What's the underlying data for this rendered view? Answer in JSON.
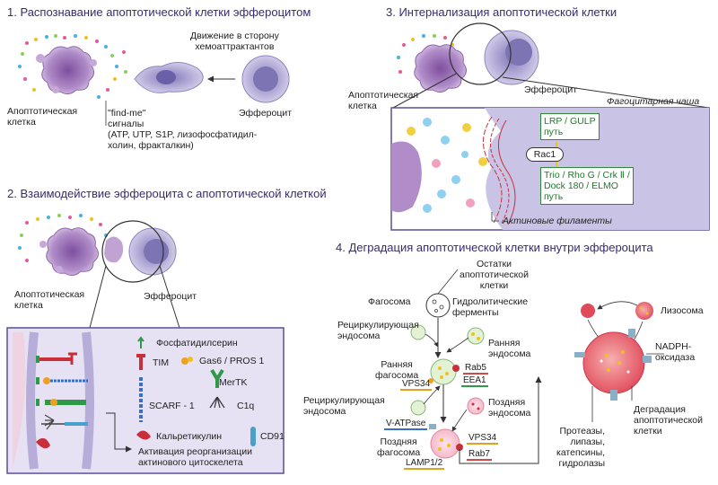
{
  "sections": {
    "s1": "1. Распознавание апоптотической клетки эффероцитом",
    "s2": "2. Взаимодействие эффероцита с апоптотической клеткой",
    "s3": "3. Интернализация апоптотической клетки",
    "s4": "4. Деградация апоптотической клетки внутри эффероцита"
  },
  "s1": {
    "apoptotic_line1": "Апоптотическая",
    "apoptotic_line2": "клетка",
    "efferocyte": "Эффероцит",
    "movement_line1": "Движение в сторону",
    "movement_line2": "хемоаттрактантов",
    "findme_line1": "\"find-me\"",
    "findme_line2": "сигналы",
    "signals_line1": "(ATP, UTP, S1P, лизофосфатидил-",
    "signals_line2": "холин, фракталкин)"
  },
  "s2": {
    "apoptotic_line1": "Апоптотическая",
    "apoptotic_line2": "клетка",
    "efferocyte": "Эффероцит",
    "phosphatidylserine": "Фосфатидилсерин",
    "tim": "TIM",
    "gas6": "Gas6 / PROS 1",
    "mertk": "MerTK",
    "scarf": "SCARF - 1",
    "c1q": "C1q",
    "calreticulin": "Кальретикулин",
    "cd91": "CD91",
    "activation_line1": "Активация реорганизации",
    "activation_line2": "актинового цитоскелета"
  },
  "s3": {
    "apoptotic_line1": "Апоптотическая",
    "apoptotic_line2": "клетка",
    "efferocyte": "Эффероцит",
    "cup": "Фагоцитарная чаша",
    "lrp_line1": "LRP / GULP",
    "lrp_line2": "путь",
    "rac1": "Rac1",
    "trio_line1": "Trio / Rho G / Crk Ⅱ /",
    "trio_line2": "Dock 180 / ELMO",
    "trio_line3": "путь",
    "actin": "Актиновые филаменты"
  },
  "s4": {
    "remnants_line1": "Остатки",
    "remnants_line2": "апоптотической",
    "remnants_line3": "клетки",
    "phagosome": "Фагосома",
    "hydrolytic_line1": "Гидролитические",
    "hydrolytic_line2": "ферменты",
    "recycling1_line1": "Рециркулирующая",
    "recycling1_line2": "эндосома",
    "early_endo_line1": "Ранняя",
    "early_endo_line2": "эндосома",
    "early_phago_line1": "Ранняя",
    "early_phago_line2": "фагосома",
    "rab5": "Rab5",
    "vps34_1": "VPS34",
    "eea1": "EEA1",
    "recycling2_line1": "Рециркулирующая",
    "recycling2_line2": "эндосома",
    "late_endo_line1": "Поздняя",
    "late_endo_line2": "эндосома",
    "vatpase": "V-ATPase",
    "late_phago_line1": "Поздняя",
    "late_phago_line2": "фагосома",
    "vps34_2": "VPS34",
    "lamp": "LAMP1/2",
    "rab7": "Rab7",
    "lysosome": "Лизосома",
    "nadph_line1": "NADPH-",
    "nadph_line2": "оксидаза",
    "degradation_line1": "Деградация",
    "degradation_line2": "апоптотической",
    "degradation_line3": "клетки",
    "proteases_line1": "Протеазы,",
    "proteases_line2": "липазы,",
    "proteases_line3": "катепсины,",
    "proteases_line4": "гидролазы"
  },
  "colors": {
    "title": "#3a2a6e",
    "apoptotic": "#9b78b8",
    "efferocyte": "#a7a0cc",
    "panel_bg": "#e6e2f4",
    "green_path": "#2c8a3a",
    "lysosome": "#e05a6a"
  }
}
